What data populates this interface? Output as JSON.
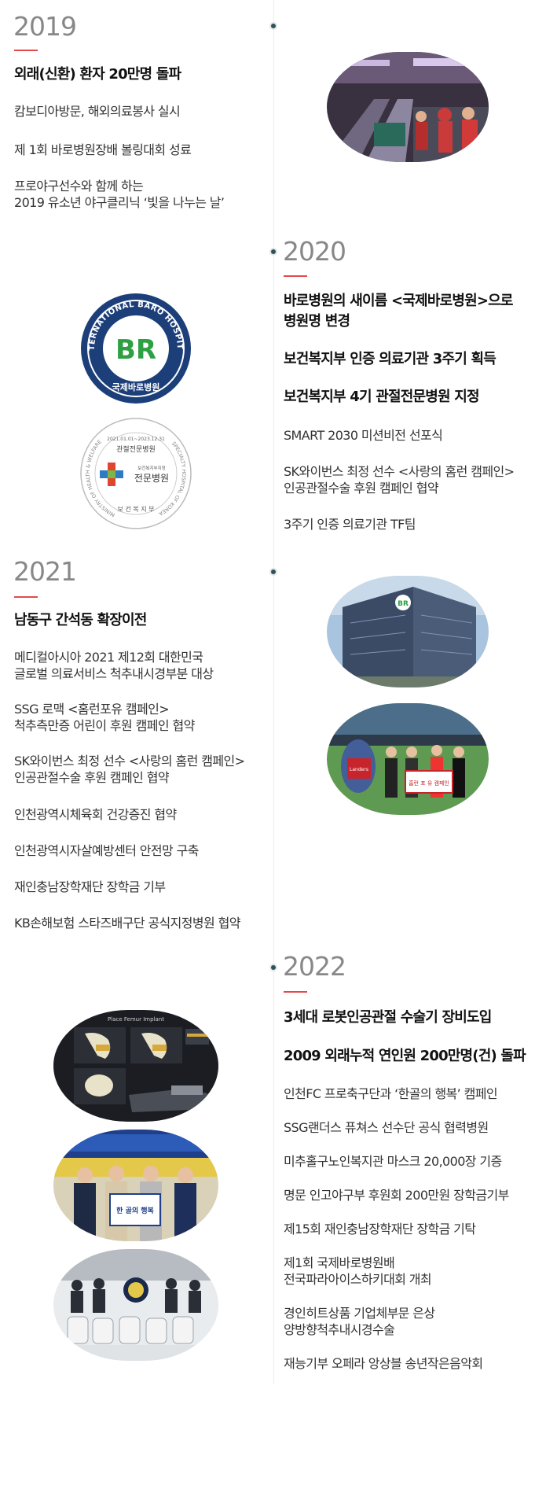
{
  "sections": {
    "y2019": {
      "year": "2019",
      "items": [
        "외래(신환) 환자 20만명 돌파",
        "캄보디아방문, 해외의료봉사 실시",
        "제 1회 바로병원장배 볼링대회 성료",
        "프로야구선수와 함께 하는",
        "2019 유소년 야구클리닉 ‘빛을 나누는 날’"
      ]
    },
    "y2020": {
      "year": "2020",
      "items": [
        "바로병원의 새이름 <국제바로병원>으로",
        "병원명 변경",
        "보건복지부 인증 의료기관 3주기 획득",
        "보건복지부 4기 관절전문병원 지정",
        "SMART 2030 미션비전 선포식",
        "SK와이번스 최정 선수 <사랑의 홈런 캠페인>",
        "인공관절수술 후원 캠페인 협약",
        "3주기 인증 의료기관 TF팀"
      ],
      "logo": {
        "ring_text": "INTERNATIONAL BARO HOSPITAL",
        "initials": "BR",
        "name_ko": "국제바로병원"
      },
      "seal": {
        "period": "2021.01.01~2023.12.31",
        "top": "관절전문병원",
        "sub": "보건복지부지정",
        "main": "전문병원",
        "bottom": "보 건 복 지 부",
        "ring_left": "MINISTRY OF HEALTH & WELFARE",
        "ring_right": "SPECIALTY HOSPITAL OF KOREA"
      }
    },
    "y2021": {
      "year": "2021",
      "items": [
        "남동구 간석동 확장이전",
        "메디컬아시아 2021 제12회 대한민국",
        "글로벌 의료서비스 척추내시경부분 대상",
        "SSG 로맥 <홈런포유 캠페인>",
        "척추측만증 어린이 후원 캠페인 협약",
        "SK와이번스 최정 선수 <사랑의 홈런 캠페인>",
        "인공관절수술 후원 캠페인 협약",
        "인천광역시체육회 건강증진 협약",
        "인천광역시자살예방센터 안전망 구축",
        "재인충남장학재단 장학금 기부",
        "KB손해보험 스타즈배구단 공식지정병원 협약"
      ],
      "photo_building_sign": "BR",
      "photo_mascot_text": "Landers",
      "photo_board": "홈런 포 유 캠페인"
    },
    "y2022": {
      "year": "2022",
      "items": [
        "3세대 로봇인공관절 수술기 장비도입",
        "2009 외래누적 연인원 200만명(건) 돌파",
        "인천FC 프로축구단과 ‘한골의 행복’ 캠페인",
        "SSG랜더스 퓨쳐스 선수단 공식 협력병원",
        "미추홀구노인복지관 마스크 20,000장 기증",
        "명문 인고야구부 후원회 200만원 장학금기부",
        "제15회 재인충남장학재단 장학금 기탁",
        "제1회 국제바로병원배",
        "전국파라아이스하키대회 개최",
        "경인히트상품 기업체부문 은상",
        "양방향척추내시경수술",
        "재능기부 오페라 앙상블 송년작은음악회"
      ],
      "photo_robot_title": "Place Femur Implant",
      "photo_soccer_board": "한 골의 행복"
    }
  },
  "colors": {
    "accent_red": "#e34a4a",
    "dot": "#2f5257",
    "year_gray": "#888888",
    "logo_navy": "#1c3f7a",
    "logo_green": "#2ea043"
  }
}
